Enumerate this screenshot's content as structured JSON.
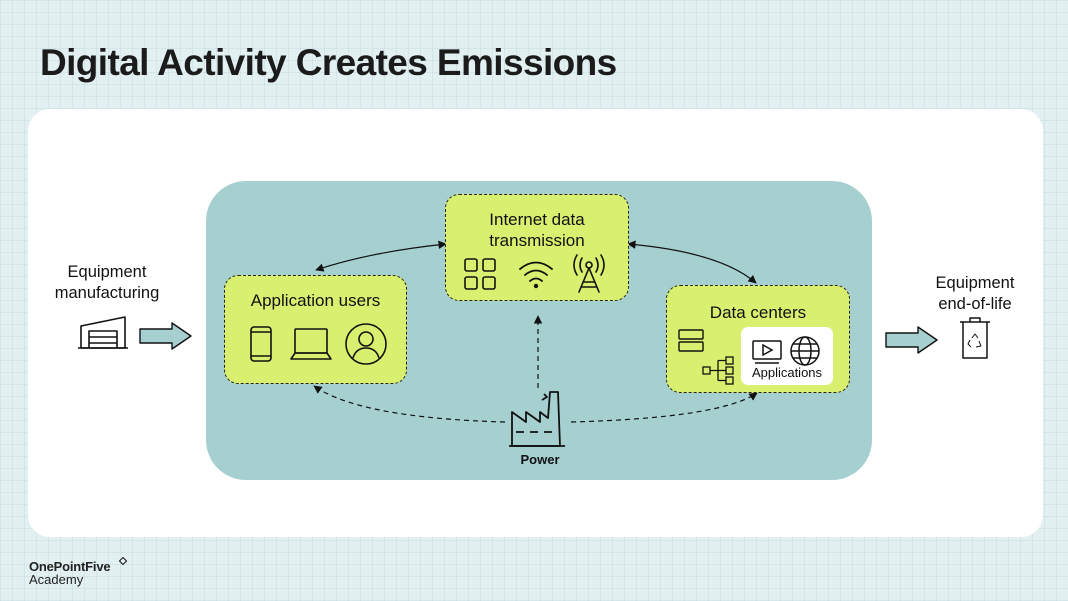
{
  "title": "Digital Activity Creates Emissions",
  "left": {
    "label_line1": "Equipment",
    "label_line2": "manufacturing",
    "icon": "factory-building-icon"
  },
  "right": {
    "label_line1": "Equipment",
    "label_line2": "end-of-life",
    "icon": "recycle-bin-icon"
  },
  "nodes": {
    "users": {
      "label": "Application users",
      "icons": [
        "smartphone-icon",
        "laptop-icon",
        "user-profile-icon"
      ]
    },
    "transmission": {
      "label_line1": "Internet data",
      "label_line2": "transmission",
      "icons": [
        "network-grid-icon",
        "wifi-icon",
        "cell-tower-icon"
      ]
    },
    "datacenters": {
      "label": "Data centers",
      "icons": [
        "server-icon",
        "hierarchy-icon",
        "video-play-icon",
        "globe-icon"
      ],
      "apps_label": "Applications"
    }
  },
  "power": {
    "label": "Power",
    "icon": "power-plant-icon"
  },
  "logo": {
    "line1": "OnePointFive",
    "line2": "Academy"
  },
  "colors": {
    "node_fill": "#d9ef6f",
    "panel_fill": "#a6cfd0",
    "arrow_fill": "#a6cfd0",
    "background": "#e3f0f2"
  }
}
